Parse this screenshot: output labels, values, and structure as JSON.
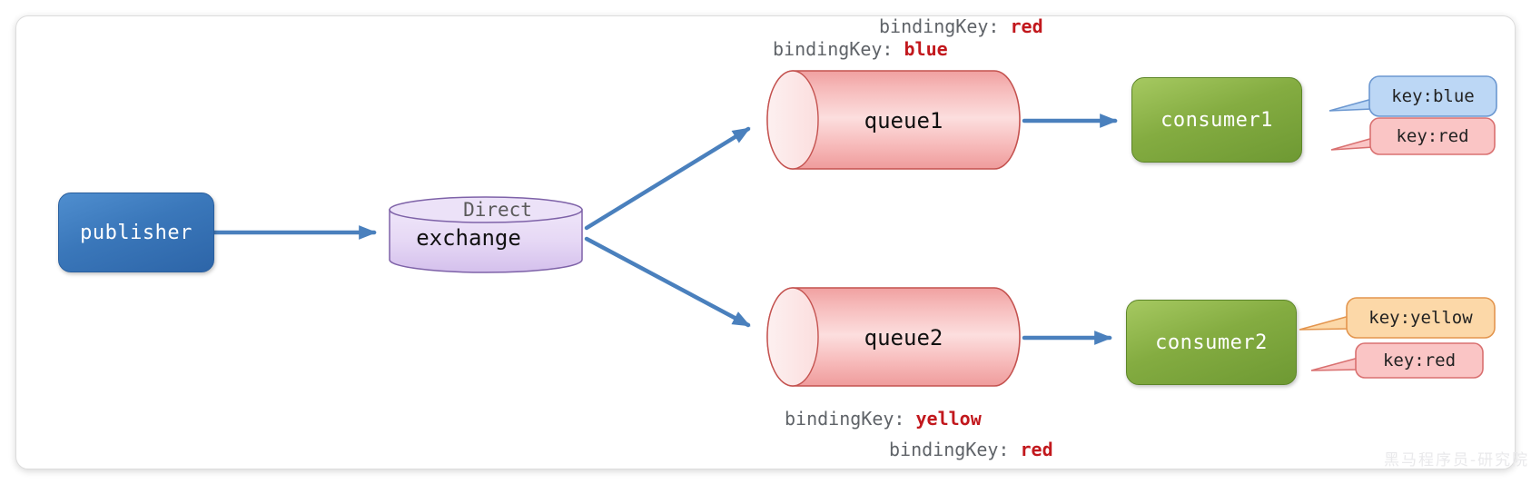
{
  "canvas": {
    "watermark": "黑马程序员-研究院"
  },
  "colors": {
    "arrow": "#4a80bd",
    "label_gray": "#5f6368",
    "value_red": "#c2181d",
    "publisher_fill": "#3572b4",
    "publisher_text": "#ffffff",
    "exchange_fill": "#ddcbf0",
    "exchange_border": "#7e62a8",
    "queue_fill": "#f8b7b7",
    "queue_border": "#c4524f",
    "consumer_fill": "#7ba33d",
    "consumer_text": "#ffffff",
    "tag_blue_fill": "#bcd7f5",
    "tag_blue_border": "#6b97d0",
    "tag_pink_fill": "#fac5c5",
    "tag_pink_border": "#d97070",
    "tag_orange_fill": "#fcd8a8",
    "tag_orange_border": "#e3954e",
    "watermark": "#e9e9eb"
  },
  "nodes": {
    "publisher": {
      "label": "publisher"
    },
    "exchange": {
      "type_label": "Direct",
      "label": "exchange"
    },
    "queue1": {
      "label": "queue1"
    },
    "queue2": {
      "label": "queue2"
    },
    "consumer1": {
      "label": "consumer1"
    },
    "consumer2": {
      "label": "consumer2"
    }
  },
  "binding_labels": {
    "top_red": {
      "prefix": "bindingKey: ",
      "value": "red"
    },
    "top_blue": {
      "prefix": "bindingKey: ",
      "value": "blue"
    },
    "bottom_yellow": {
      "prefix": "bindingKey: ",
      "value": "yellow"
    },
    "bottom_red": {
      "prefix": "bindingKey: ",
      "value": "red"
    }
  },
  "key_tags": {
    "consumer1": [
      {
        "label": "key:blue",
        "color_name": "blue"
      },
      {
        "label": "key:red",
        "color_name": "red"
      }
    ],
    "consumer2": [
      {
        "label": "key:yellow",
        "color_name": "yellow"
      },
      {
        "label": "key:red",
        "color_name": "red"
      }
    ]
  }
}
